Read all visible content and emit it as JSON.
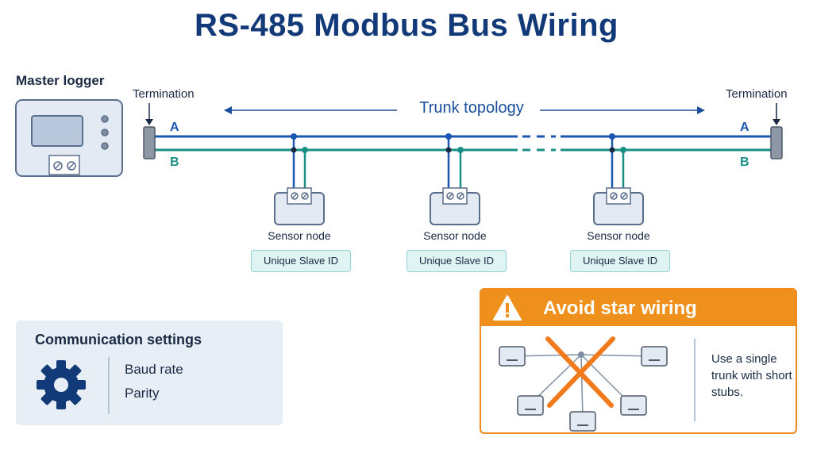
{
  "title": "RS-485 Modbus Bus Wiring",
  "master": {
    "label": "Master logger"
  },
  "termination": {
    "left_label": "Termination",
    "right_label": "Termination"
  },
  "trunk": {
    "label": "Trunk topology"
  },
  "lines": {
    "a": "A",
    "b": "B"
  },
  "nodes": [
    {
      "label": "Sensor node",
      "id_label": "Unique Slave ID"
    },
    {
      "label": "Sensor node",
      "id_label": "Unique Slave ID"
    },
    {
      "label": "Sensor node",
      "id_label": "Unique Slave ID"
    }
  ],
  "settings": {
    "title": "Communication settings",
    "items": [
      "Baud rate",
      "Parity"
    ],
    "icon": "gear-icon"
  },
  "warning": {
    "title": "Avoid star wiring",
    "icon": "warning-icon",
    "tip": "Use a single trunk with short stubs."
  },
  "colors": {
    "title": "#123a78",
    "line_a": "#1b56b0",
    "line_b": "#1a8f86",
    "warning": "#f0901c",
    "cross": "#f07a1c"
  }
}
